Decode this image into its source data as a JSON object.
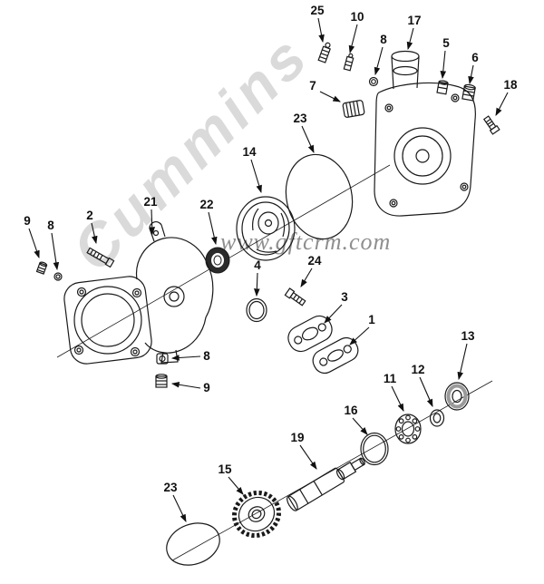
{
  "watermarks": {
    "brand": "Cummins",
    "site": "www.gftcrm.com"
  },
  "colors": {
    "background": "#ffffff",
    "line": "#1a1a1a",
    "label": "#111111",
    "brand_watermark": "#dadada",
    "site_watermark": "#8f8f8f"
  },
  "callouts": [
    {
      "label": "25"
    },
    {
      "label": "10"
    },
    {
      "label": "8"
    },
    {
      "label": "17"
    },
    {
      "label": "5"
    },
    {
      "label": "6"
    },
    {
      "label": "18"
    },
    {
      "label": "7"
    },
    {
      "label": "23"
    },
    {
      "label": "14"
    },
    {
      "label": "22"
    },
    {
      "label": "21"
    },
    {
      "label": "2"
    },
    {
      "label": "9"
    },
    {
      "label": "8"
    },
    {
      "label": "4"
    },
    {
      "label": "24"
    },
    {
      "label": "3"
    },
    {
      "label": "1"
    },
    {
      "label": "8"
    },
    {
      "label": "9"
    },
    {
      "label": "13"
    },
    {
      "label": "12"
    },
    {
      "label": "11"
    },
    {
      "label": "16"
    },
    {
      "label": "19"
    },
    {
      "label": "15"
    },
    {
      "label": "23"
    }
  ]
}
